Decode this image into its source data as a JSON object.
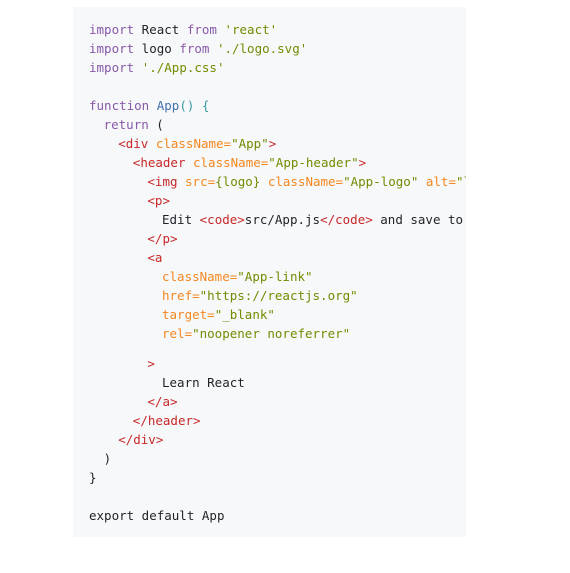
{
  "colors": {
    "background": "#ffffff",
    "panel": "#f6f8fa",
    "keyword": "#8959a8",
    "string": "#718c00",
    "tag": "#c82829",
    "attr": "#f5871f",
    "function_name": "#4271ae",
    "plain": "#1f2328",
    "brace": "#3e999f"
  },
  "code": {
    "lines": [
      {
        "row": 0,
        "indent": 0,
        "tokens": [
          {
            "t": "import",
            "c": "keyword"
          },
          {
            "t": " React ",
            "c": "plain"
          },
          {
            "t": "from",
            "c": "keyword"
          },
          {
            "t": " ",
            "c": "plain"
          },
          {
            "t": "'react'",
            "c": "string"
          }
        ]
      },
      {
        "row": 1,
        "indent": 0,
        "tokens": [
          {
            "t": "import",
            "c": "keyword"
          },
          {
            "t": " logo ",
            "c": "plain"
          },
          {
            "t": "from",
            "c": "keyword"
          },
          {
            "t": " ",
            "c": "plain"
          },
          {
            "t": "'./logo.svg'",
            "c": "string"
          }
        ]
      },
      {
        "row": 2,
        "indent": 0,
        "tokens": [
          {
            "t": "import",
            "c": "keyword"
          },
          {
            "t": " ",
            "c": "plain"
          },
          {
            "t": "'./App.css'",
            "c": "string"
          }
        ]
      },
      {
        "row": 4,
        "indent": 0,
        "tokens": [
          {
            "t": "function",
            "c": "keyword"
          },
          {
            "t": " ",
            "c": "plain"
          },
          {
            "t": "App",
            "c": "function_name"
          },
          {
            "t": "() {",
            "c": "brace"
          }
        ]
      },
      {
        "row": 5,
        "indent": 2,
        "tokens": [
          {
            "t": "return",
            "c": "keyword"
          },
          {
            "t": " (",
            "c": "plain"
          }
        ]
      },
      {
        "row": 6,
        "indent": 4,
        "tokens": [
          {
            "t": "<div",
            "c": "tag"
          },
          {
            "t": " className=",
            "c": "attr"
          },
          {
            "t": "\"App\"",
            "c": "string"
          },
          {
            "t": ">",
            "c": "tag"
          }
        ]
      },
      {
        "row": 7,
        "indent": 6,
        "tokens": [
          {
            "t": "<header",
            "c": "tag"
          },
          {
            "t": " className=",
            "c": "attr"
          },
          {
            "t": "\"App-header\"",
            "c": "string"
          },
          {
            "t": ">",
            "c": "tag"
          }
        ]
      },
      {
        "row": 8,
        "indent": 8,
        "tokens": [
          {
            "t": "<img",
            "c": "tag"
          },
          {
            "t": " src=",
            "c": "attr"
          },
          {
            "t": "{logo}",
            "c": "string"
          },
          {
            "t": " className=",
            "c": "attr"
          },
          {
            "t": "\"App-logo\"",
            "c": "string"
          },
          {
            "t": " alt=",
            "c": "attr"
          },
          {
            "t": "\"logo\" />",
            "c": "string"
          }
        ]
      },
      {
        "row": 9,
        "indent": 8,
        "tokens": [
          {
            "t": "<p>",
            "c": "tag"
          }
        ]
      },
      {
        "row": 10,
        "indent": 10,
        "tokens": [
          {
            "t": "Edit ",
            "c": "plain"
          },
          {
            "t": "<code>",
            "c": "tag"
          },
          {
            "t": "src/App.js",
            "c": "plain"
          },
          {
            "t": "</code>",
            "c": "tag"
          },
          {
            "t": " and save to reload.",
            "c": "plain"
          }
        ]
      },
      {
        "row": 11,
        "indent": 8,
        "tokens": [
          {
            "t": "</p>",
            "c": "tag"
          }
        ]
      },
      {
        "row": 12,
        "indent": 8,
        "tokens": [
          {
            "t": "<a",
            "c": "tag"
          }
        ]
      },
      {
        "row": 13,
        "indent": 10,
        "tokens": [
          {
            "t": "className=",
            "c": "attr"
          },
          {
            "t": "\"App-link\"",
            "c": "string"
          }
        ]
      },
      {
        "row": 14,
        "indent": 10,
        "tokens": [
          {
            "t": "href=",
            "c": "attr"
          },
          {
            "t": "\"https://reactjs.org\"",
            "c": "string"
          }
        ]
      },
      {
        "row": 15,
        "indent": 10,
        "tokens": [
          {
            "t": "target=",
            "c": "attr"
          },
          {
            "t": "\"_blank\"",
            "c": "string"
          }
        ]
      },
      {
        "row": 16,
        "indent": 10,
        "tokens": [
          {
            "t": "rel=",
            "c": "attr"
          },
          {
            "t": "\"noopener noreferrer\"",
            "c": "string"
          }
        ]
      },
      {
        "row": 17.6,
        "indent": 8,
        "tokens": [
          {
            "t": ">",
            "c": "tag"
          }
        ]
      },
      {
        "row": 18.6,
        "indent": 10,
        "tokens": [
          {
            "t": "Learn React",
            "c": "plain"
          }
        ]
      },
      {
        "row": 19.6,
        "indent": 8,
        "tokens": [
          {
            "t": "</a>",
            "c": "tag"
          }
        ]
      },
      {
        "row": 20.6,
        "indent": 6,
        "tokens": [
          {
            "t": "</header>",
            "c": "tag"
          }
        ]
      },
      {
        "row": 21.6,
        "indent": 4,
        "tokens": [
          {
            "t": "</div>",
            "c": "tag"
          }
        ]
      },
      {
        "row": 22.6,
        "indent": 2,
        "tokens": [
          {
            "t": ")",
            "c": "plain"
          }
        ]
      },
      {
        "row": 23.6,
        "indent": 0,
        "tokens": [
          {
            "t": "}",
            "c": "plain"
          }
        ]
      },
      {
        "row": 25.6,
        "indent": 0,
        "tokens": [
          {
            "t": "export",
            "c": "plain"
          },
          {
            "t": " default App",
            "c": "plain"
          }
        ]
      }
    ]
  }
}
